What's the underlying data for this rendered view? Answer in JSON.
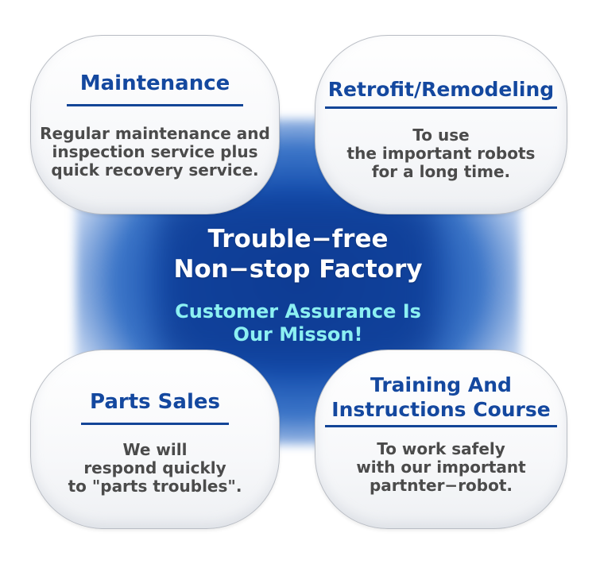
{
  "colors": {
    "accent_blue": "#14489f",
    "glow_blue": "#1650b0",
    "tagline_cyan": "#8cf0f2",
    "body_text": "#4b4b4b"
  },
  "center": {
    "headline": "Trouble−free\nNon−stop Factory",
    "tagline": "Customer Assurance Is\nOur Misson!"
  },
  "cards": {
    "maintenance": {
      "title": "Maintenance",
      "description": "Regular maintenance and\ninspection service plus\nquick recovery service."
    },
    "retrofit": {
      "title": "Retrofit/Remodeling",
      "description": "To use\nthe important robots\nfor a long time."
    },
    "parts": {
      "title": "Parts Sales",
      "description": "We will\nrespond quickly\nto \"parts troubles\"."
    },
    "training": {
      "title": "Training And\nInstructions Course",
      "description": "To work safely\nwith our important\npartnter−robot."
    }
  }
}
